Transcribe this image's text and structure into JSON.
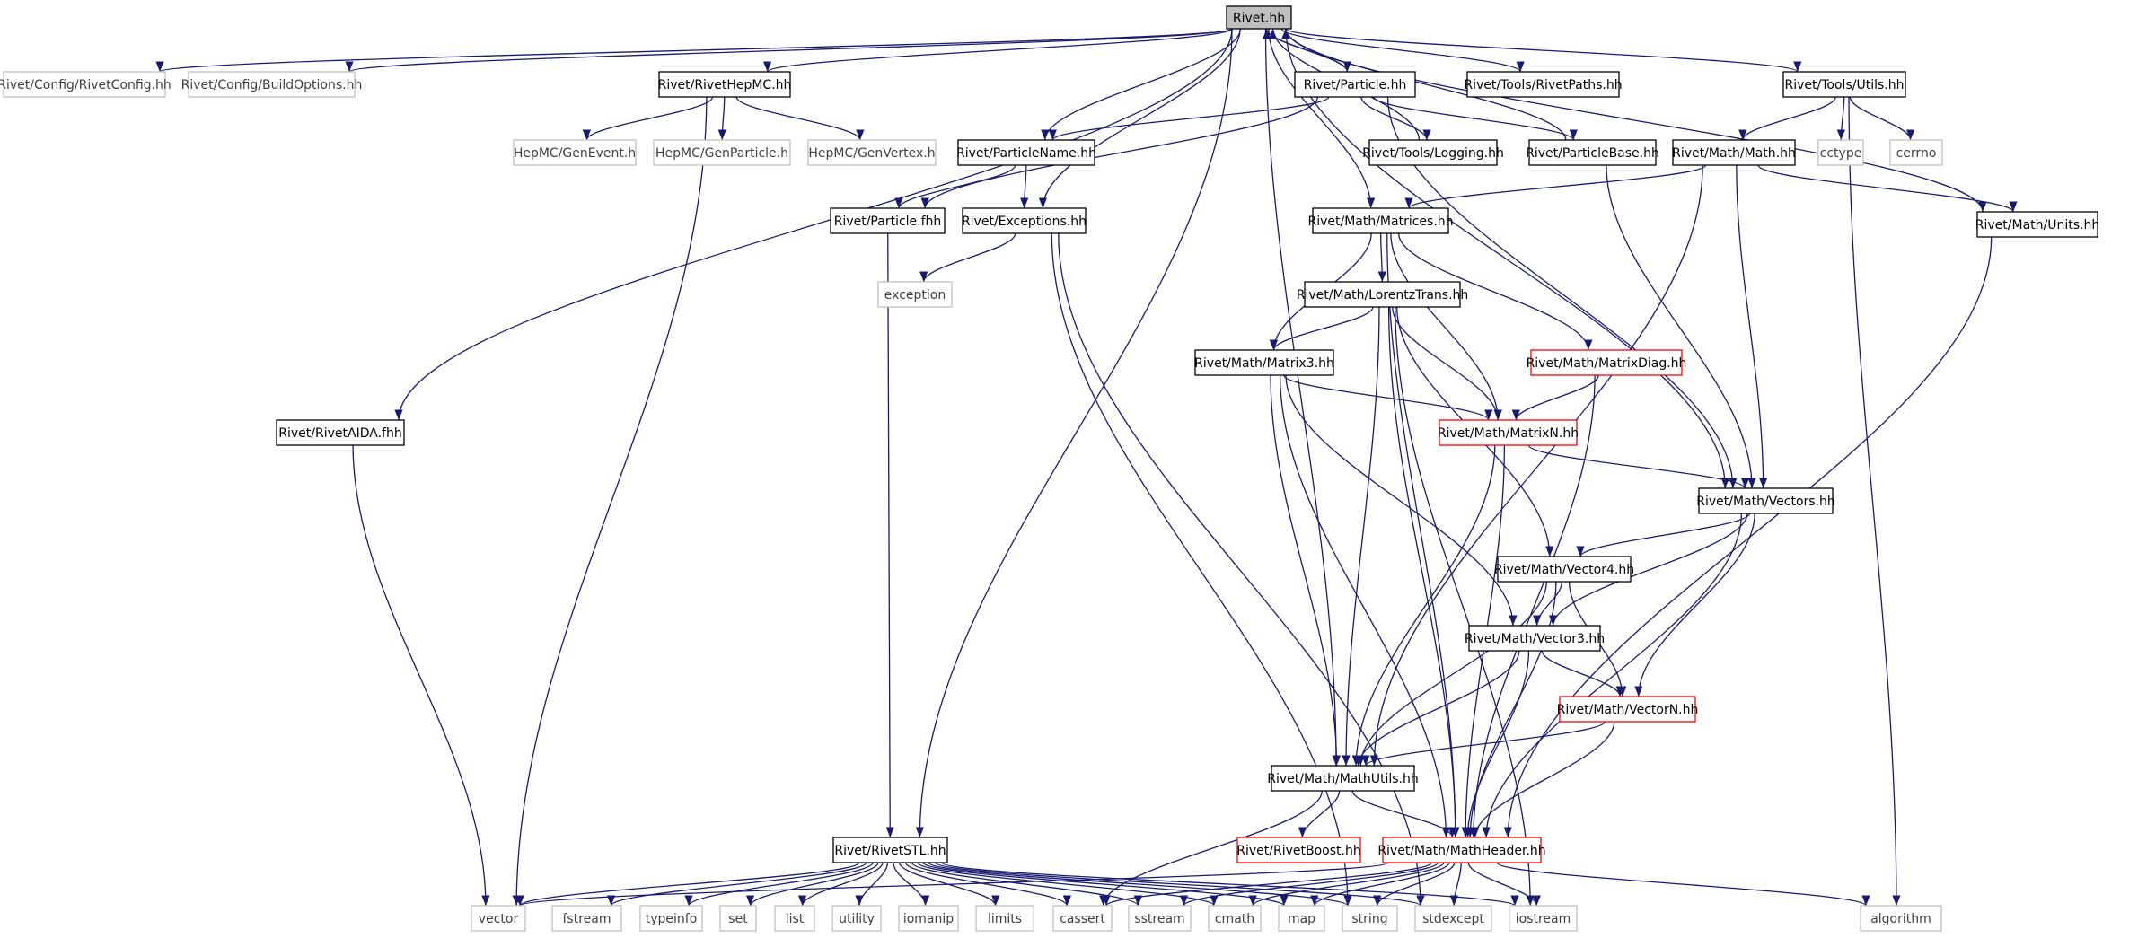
{
  "diagram": {
    "type": "include-dependency-graph",
    "colors": {
      "edge": "#191970",
      "local_border": "#000000",
      "system_border": "#bfbfbf",
      "system_text": "#404040",
      "truncated_border": "#ff0000",
      "root_fill": "#bfbfbf",
      "text": "#000000"
    },
    "nodes": [
      {
        "id": "rivet",
        "label": "Rivet.hh",
        "kind": "root"
      },
      {
        "id": "rivetconfig",
        "label": "Rivet/Config/RivetConfig.hh",
        "kind": "system"
      },
      {
        "id": "buildoptions",
        "label": "Rivet/Config/BuildOptions.hh",
        "kind": "system"
      },
      {
        "id": "rivethepmc",
        "label": "Rivet/RivetHepMC.hh",
        "kind": "local"
      },
      {
        "id": "particle",
        "label": "Rivet/Particle.hh",
        "kind": "local"
      },
      {
        "id": "rivetpaths",
        "label": "Rivet/Tools/RivetPaths.hh",
        "kind": "local"
      },
      {
        "id": "utils",
        "label": "Rivet/Tools/Utils.hh",
        "kind": "local"
      },
      {
        "id": "genevent",
        "label": "HepMC/GenEvent.h",
        "kind": "system"
      },
      {
        "id": "genparticle",
        "label": "HepMC/GenParticle.h",
        "kind": "system"
      },
      {
        "id": "genvertex",
        "label": "HepMC/GenVertex.h",
        "kind": "system"
      },
      {
        "id": "particlename",
        "label": "Rivet/ParticleName.hh",
        "kind": "local"
      },
      {
        "id": "logging",
        "label": "Rivet/Tools/Logging.hh",
        "kind": "local"
      },
      {
        "id": "particlebase",
        "label": "Rivet/ParticleBase.hh",
        "kind": "local"
      },
      {
        "id": "mathhh",
        "label": "Rivet/Math/Math.hh",
        "kind": "local"
      },
      {
        "id": "cctype",
        "label": "cctype",
        "kind": "system"
      },
      {
        "id": "cerrno",
        "label": "cerrno",
        "kind": "system"
      },
      {
        "id": "particlefhh",
        "label": "Rivet/Particle.fhh",
        "kind": "local"
      },
      {
        "id": "exceptions",
        "label": "Rivet/Exceptions.hh",
        "kind": "local"
      },
      {
        "id": "matrices",
        "label": "Rivet/Math/Matrices.hh",
        "kind": "local"
      },
      {
        "id": "units",
        "label": "Rivet/Math/Units.hh",
        "kind": "local"
      },
      {
        "id": "exception",
        "label": "exception",
        "kind": "system"
      },
      {
        "id": "lorentz",
        "label": "Rivet/Math/LorentzTrans.hh",
        "kind": "local"
      },
      {
        "id": "matrix3",
        "label": "Rivet/Math/Matrix3.hh",
        "kind": "local"
      },
      {
        "id": "matrixdiag",
        "label": "Rivet/Math/MatrixDiag.hh",
        "kind": "truncated"
      },
      {
        "id": "aidafhh",
        "label": "Rivet/RivetAIDA.fhh",
        "kind": "local"
      },
      {
        "id": "matrixn",
        "label": "Rivet/Math/MatrixN.hh",
        "kind": "truncated"
      },
      {
        "id": "vectors",
        "label": "Rivet/Math/Vectors.hh",
        "kind": "local"
      },
      {
        "id": "vector4",
        "label": "Rivet/Math/Vector4.hh",
        "kind": "local"
      },
      {
        "id": "vector3",
        "label": "Rivet/Math/Vector3.hh",
        "kind": "local"
      },
      {
        "id": "vectorn",
        "label": "Rivet/Math/VectorN.hh",
        "kind": "truncated"
      },
      {
        "id": "mathutils",
        "label": "Rivet/Math/MathUtils.hh",
        "kind": "local"
      },
      {
        "id": "rivetstl",
        "label": "Rivet/RivetSTL.hh",
        "kind": "local"
      },
      {
        "id": "rivetboost",
        "label": "Rivet/RivetBoost.hh",
        "kind": "truncated"
      },
      {
        "id": "mathheader",
        "label": "Rivet/Math/MathHeader.hh",
        "kind": "truncated"
      },
      {
        "id": "vector",
        "label": "vector",
        "kind": "system"
      },
      {
        "id": "fstream",
        "label": "fstream",
        "kind": "system"
      },
      {
        "id": "typeinfo",
        "label": "typeinfo",
        "kind": "system"
      },
      {
        "id": "set",
        "label": "set",
        "kind": "system"
      },
      {
        "id": "list",
        "label": "list",
        "kind": "system"
      },
      {
        "id": "utility",
        "label": "utility",
        "kind": "system"
      },
      {
        "id": "iomanip",
        "label": "iomanip",
        "kind": "system"
      },
      {
        "id": "limits",
        "label": "limits",
        "kind": "system"
      },
      {
        "id": "cassert",
        "label": "cassert",
        "kind": "system"
      },
      {
        "id": "sstream",
        "label": "sstream",
        "kind": "system"
      },
      {
        "id": "cmath",
        "label": "cmath",
        "kind": "system"
      },
      {
        "id": "map",
        "label": "map",
        "kind": "system"
      },
      {
        "id": "string",
        "label": "string",
        "kind": "system"
      },
      {
        "id": "stdexcept",
        "label": "stdexcept",
        "kind": "system"
      },
      {
        "id": "iostream",
        "label": "iostream",
        "kind": "system"
      },
      {
        "id": "algorithm",
        "label": "algorithm",
        "kind": "system"
      }
    ],
    "edges": [
      [
        "rivet",
        "rivetconfig"
      ],
      [
        "rivet",
        "buildoptions"
      ],
      [
        "rivet",
        "rivethepmc"
      ],
      [
        "rivet",
        "particle"
      ],
      [
        "rivet",
        "rivetpaths"
      ],
      [
        "rivet",
        "utils"
      ],
      [
        "rivet",
        "aidafhh"
      ],
      [
        "rivet",
        "rivetstl"
      ],
      [
        "rivet",
        "particlename"
      ],
      [
        "rivet",
        "exceptions"
      ],
      [
        "rivet",
        "matrices"
      ],
      [
        "rivet",
        "mathutils"
      ],
      [
        "rivet",
        "vectors"
      ],
      [
        "rivet",
        "units"
      ],
      [
        "rivethepmc",
        "genevent"
      ],
      [
        "rivethepmc",
        "genparticle"
      ],
      [
        "rivethepmc",
        "genvertex"
      ],
      [
        "rivethepmc",
        "vector"
      ],
      [
        "particle",
        "rivet"
      ],
      [
        "particle",
        "particlename"
      ],
      [
        "particle",
        "logging"
      ],
      [
        "particle",
        "particlebase"
      ],
      [
        "particle",
        "particlefhh"
      ],
      [
        "particle",
        "vectors"
      ],
      [
        "logging",
        "rivet"
      ],
      [
        "particlebase",
        "rivet"
      ],
      [
        "particlebase",
        "vectors"
      ],
      [
        "utils",
        "mathhh"
      ],
      [
        "utils",
        "cctype"
      ],
      [
        "utils",
        "cerrno"
      ],
      [
        "utils",
        "algorithm"
      ],
      [
        "particlename",
        "particlefhh"
      ],
      [
        "particlename",
        "exceptions"
      ],
      [
        "particlefhh",
        "rivetstl"
      ],
      [
        "exceptions",
        "exception"
      ],
      [
        "exceptions",
        "stdexcept"
      ],
      [
        "exceptions",
        "string"
      ],
      [
        "mathhh",
        "matrices"
      ],
      [
        "mathhh",
        "units"
      ],
      [
        "mathhh",
        "vectors"
      ],
      [
        "mathhh",
        "mathutils"
      ],
      [
        "matrices",
        "lorentz"
      ],
      [
        "matrices",
        "matrix3"
      ],
      [
        "matrices",
        "matrixdiag"
      ],
      [
        "matrices",
        "matrixn"
      ],
      [
        "matrices",
        "mathheader"
      ],
      [
        "lorentz",
        "matrix3"
      ],
      [
        "lorentz",
        "matrixn"
      ],
      [
        "lorentz",
        "vector4"
      ],
      [
        "lorentz",
        "mathutils"
      ],
      [
        "lorentz",
        "mathheader"
      ],
      [
        "lorentz",
        "iostream"
      ],
      [
        "matrix3",
        "matrixn"
      ],
      [
        "matrix3",
        "vector3"
      ],
      [
        "matrix3",
        "mathutils"
      ],
      [
        "matrix3",
        "mathheader"
      ],
      [
        "matrixdiag",
        "matrixn"
      ],
      [
        "matrixdiag",
        "mathheader"
      ],
      [
        "matrixn",
        "vectors"
      ],
      [
        "matrixn",
        "mathutils"
      ],
      [
        "matrixn",
        "mathheader"
      ],
      [
        "vectors",
        "vector4"
      ],
      [
        "vectors",
        "vector3"
      ],
      [
        "vectors",
        "vectorn"
      ],
      [
        "vectors",
        "mathheader"
      ],
      [
        "vector4",
        "vector3"
      ],
      [
        "vector4",
        "vectorn"
      ],
      [
        "vector4",
        "mathutils"
      ],
      [
        "vector4",
        "mathheader"
      ],
      [
        "vector3",
        "vectorn"
      ],
      [
        "vector3",
        "mathutils"
      ],
      [
        "vector3",
        "mathheader"
      ],
      [
        "vectorn",
        "mathutils"
      ],
      [
        "vectorn",
        "mathheader"
      ],
      [
        "mathutils",
        "rivetboost"
      ],
      [
        "mathutils",
        "mathheader"
      ],
      [
        "mathutils",
        "cassert"
      ],
      [
        "units",
        "mathheader"
      ],
      [
        "aidafhh",
        "vector"
      ],
      [
        "rivetstl",
        "vector"
      ],
      [
        "rivetstl",
        "fstream"
      ],
      [
        "rivetstl",
        "typeinfo"
      ],
      [
        "rivetstl",
        "set"
      ],
      [
        "rivetstl",
        "list"
      ],
      [
        "rivetstl",
        "utility"
      ],
      [
        "rivetstl",
        "iomanip"
      ],
      [
        "rivetstl",
        "limits"
      ],
      [
        "rivetstl",
        "cassert"
      ],
      [
        "rivetstl",
        "sstream"
      ],
      [
        "rivetstl",
        "cmath"
      ],
      [
        "rivetstl",
        "map"
      ],
      [
        "rivetstl",
        "string"
      ],
      [
        "rivetstl",
        "stdexcept"
      ],
      [
        "rivetstl",
        "iostream"
      ],
      [
        "mathheader",
        "vector"
      ],
      [
        "mathheader",
        "sstream"
      ],
      [
        "mathheader",
        "cmath"
      ],
      [
        "mathheader",
        "map"
      ],
      [
        "mathheader",
        "string"
      ],
      [
        "mathheader",
        "stdexcept"
      ],
      [
        "mathheader",
        "iostream"
      ],
      [
        "mathheader",
        "algorithm"
      ],
      [
        "mathheader",
        "cassert"
      ]
    ]
  }
}
